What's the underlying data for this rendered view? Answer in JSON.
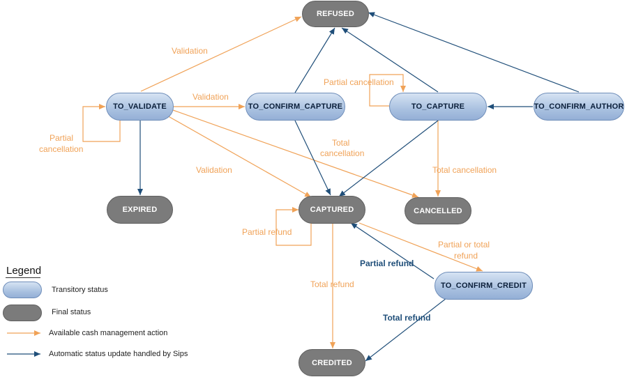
{
  "colors": {
    "action_arrow": "#f0a257",
    "automatic_arrow": "#1f4e79",
    "transitory_fill": "#a9c1e0",
    "final_fill": "#7b7b7b"
  },
  "nodes": {
    "refused": "REFUSED",
    "to_validate": "TO_VALIDATE",
    "to_confirm_capture": "TO_CONFIRM_CAPTURE",
    "to_capture": "TO_CAPTURE",
    "to_confirm_author": "TO_CONFIRM_AUTHOR",
    "expired": "EXPIRED",
    "captured": "CAPTURED",
    "cancelled": "CANCELLED",
    "to_confirm_credit": "TO_CONFIRM_CREDIT",
    "credited": "CREDITED"
  },
  "edge_labels": {
    "validation_refused": "Validation",
    "validation_confirm_capture": "Validation",
    "partial_cancellation_validate_1": "Partial",
    "partial_cancellation_validate_2": "cancellation",
    "validation_captured": "Validation",
    "total_cancellation_validate_1": "Total",
    "total_cancellation_validate_2": "cancellation",
    "partial_cancellation_capture": "Partial cancellation",
    "total_cancellation_capture": "Total cancellation",
    "partial_refund_captured": "Partial refund",
    "partial_or_total_refund_1": "Partial or total",
    "partial_or_total_refund_2": "refund",
    "partial_refund_credit": "Partial refund",
    "total_refund_captured": "Total refund",
    "total_refund_credit": "Total refund"
  },
  "legend": {
    "title": "Legend",
    "transitory": "Transitory status",
    "final": "Final status",
    "action": "Available cash management action",
    "automatic": "Automatic status update handled by Sips"
  }
}
